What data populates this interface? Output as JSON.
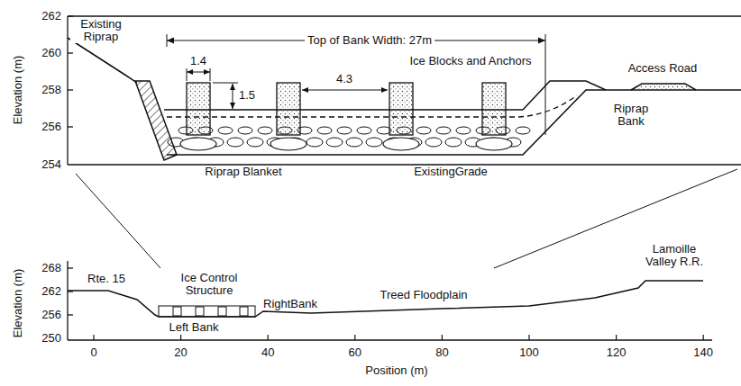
{
  "diagram": {
    "labels": [
      "262",
      "260",
      "258",
      "256",
      "254",
      "Elevation (m)",
      "Existing Riprap",
      "Top of Bank Width: 27m",
      "1.4",
      "1.5",
      "4.3",
      "Ice Blocks and Anchors",
      "Access Road",
      "Riprap Bank",
      "Riprap Blanket",
      "ExistingGrade",
      "268",
      "262",
      "256",
      "250",
      "Elevation (m)",
      "Rte. 15",
      "Ice Control Structure",
      "Lamoille Valley R.R.",
      "Treed Floodplain",
      "Left Bank",
      "RightBank",
      "0",
      "20",
      "40",
      "60",
      "80",
      "100",
      "120",
      "140",
      "Position (m)"
    ]
  }
}
